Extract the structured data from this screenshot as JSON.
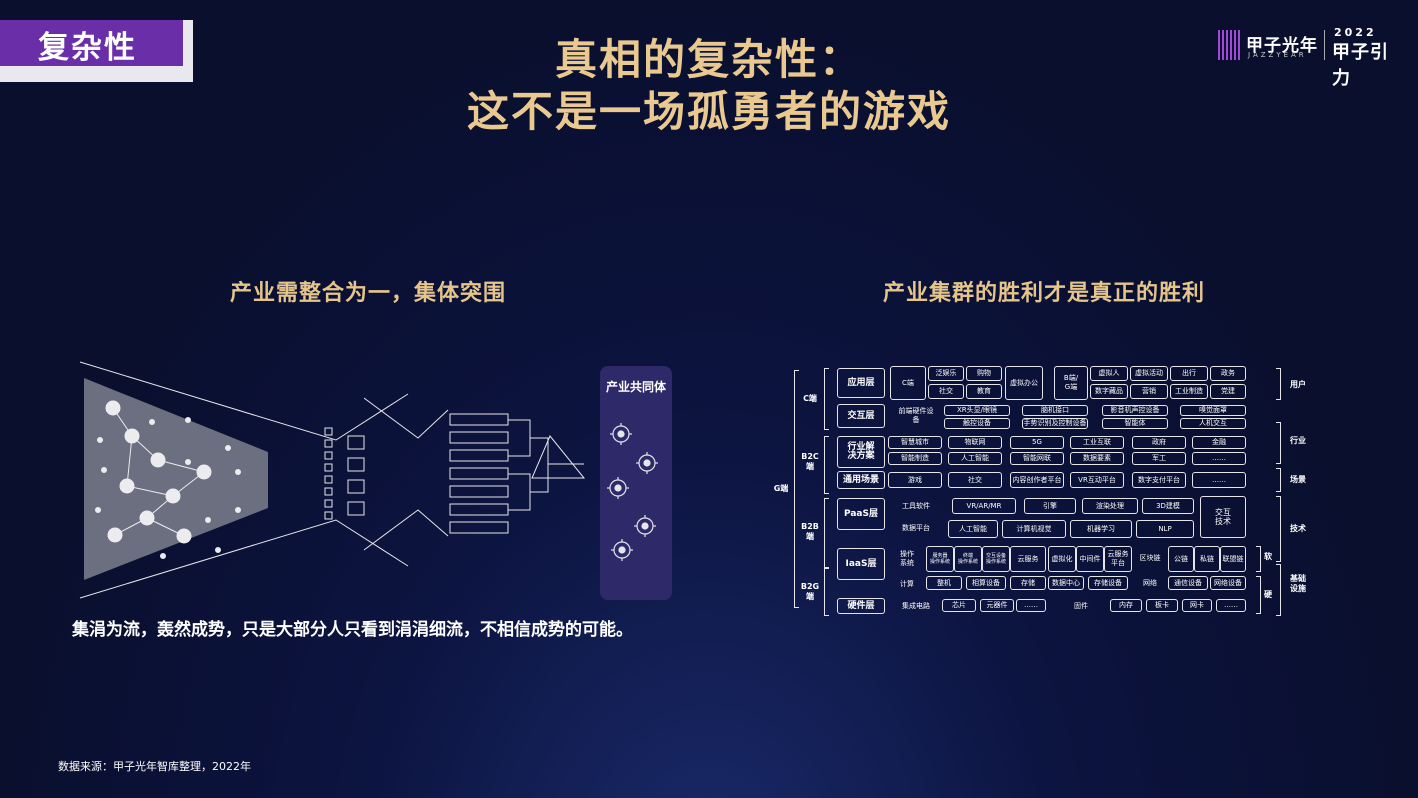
{
  "tag": "复杂性",
  "title": {
    "line1": "真相的复杂性：",
    "line2": "这不是一场孤勇者的游戏"
  },
  "logo": {
    "name": "甲子光年",
    "en": "JAZZYEAR",
    "year": "2022",
    "sub": "甲子引力"
  },
  "left_heading": "产业需整合为一，集体突围",
  "right_heading": "产业集群的胜利才是真正的胜利",
  "community_label": "产业共同体",
  "quote": "集涓为流，轰然成势，只是大部分人只看到涓涓细流，不相信成势的可能。",
  "source": "数据来源：甲子光年智库整理，2022年",
  "diagram": {
    "g_end": "G端",
    "c_end": "C端",
    "b2c_end": "B2C\n端",
    "b2b_end": "B2B\n端",
    "b2g_end": "B2G\n端",
    "layers": {
      "app": "应用层",
      "interact": "交互层",
      "industry": "行业解\n决方案",
      "scene": "通用场景",
      "paas": "PaaS层",
      "iaas": "IaaS层",
      "hw": "硬件层"
    },
    "right_labels": {
      "user": "用户",
      "industry": "行业",
      "scene": "场景",
      "tech": "技术",
      "soft": "软",
      "base": "基础\n设施",
      "hard": "硬"
    },
    "app": {
      "c_label": "C端",
      "c_items": [
        "泛娱乐",
        "购物",
        "社交",
        "教育"
      ],
      "c_office": "虚拟办公",
      "b_label": "B端/\nG端",
      "b_items": [
        "虚拟人",
        "虚拟活动",
        "出行",
        "政务",
        "数字藏品",
        "营销",
        "工业制造",
        "党建"
      ]
    },
    "interact": {
      "front": "前端硬件设\n备",
      "items": [
        "XR头显/眼镜",
        "脑机接口",
        "影音机声控设备",
        "嗅觉面罩",
        "触控设备",
        "手势识别及控制设备",
        "智能体",
        "人机交互"
      ]
    },
    "industry": [
      "智慧城市",
      "物联网",
      "5G",
      "工业互联",
      "政府",
      "金融",
      "智能制造",
      "人工智能",
      "智能网联",
      "数据要素",
      "军工",
      "……"
    ],
    "scene": [
      "游戏",
      "社交",
      "内容创作者平台",
      "VR互动平台",
      "数字支付平台",
      "……"
    ],
    "paas": {
      "tools": "工具软件",
      "tool_items": [
        "VR/AR/MR",
        "引擎",
        "渲染处理",
        "3D建模"
      ],
      "interact_tech": "交互\n技术",
      "data": "数据平台",
      "data_items": [
        "人工智能",
        "计算机视觉",
        "机器学习",
        "NLP"
      ]
    },
    "iaas": {
      "os": "操作\n系统",
      "os_items": [
        "服务器\n操作系统",
        "终端\n操作系统",
        "交互设备\n操作系统"
      ],
      "cloud": [
        "云服务",
        "虚拟化",
        "中间件",
        "云服务\n平台"
      ],
      "chain": "区块链",
      "chain_items": [
        "公链",
        "私链",
        "联盟链"
      ],
      "compute": "计算",
      "compute_items": [
        "整机",
        "存储",
        "数据中心",
        "存储设备"
      ],
      "compute_device": "相算设备",
      "network": "网络",
      "network_items": [
        "通信设备",
        "网络设备"
      ]
    },
    "hw": {
      "circuit": "集成电路",
      "items": [
        "芯片",
        "元器件",
        "……"
      ],
      "firmware": "固件",
      "fw_items": [
        "内存",
        "板卡",
        "网卡",
        "……"
      ]
    }
  }
}
